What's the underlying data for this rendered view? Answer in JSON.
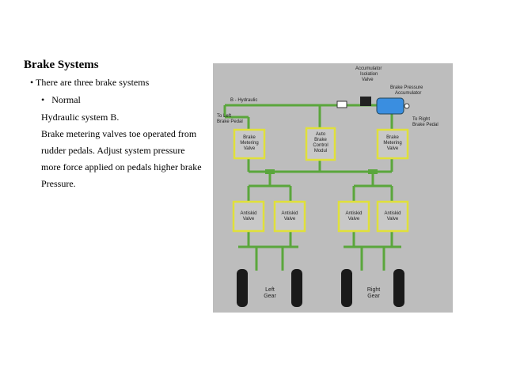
{
  "slide": {
    "title": "Brake Systems",
    "bullet_1": "There are three brake systems",
    "bullet_2": "Normal",
    "lines": [
      "Hydraulic system B.",
      "Brake metering valves toe operated from",
      "rudder pedals. Adjust system pressure",
      "more force applied on pedals higher brake",
      "Pressure."
    ]
  },
  "diagram": {
    "accumulator_isolation_valve": [
      "Accumulator",
      "Isolation",
      "Valve"
    ],
    "brake_pressure_accumulator": [
      "Brake Pressure",
      "Accumulator"
    ],
    "b_hydraulic": "B - Hydraulic",
    "to_left_pedal": [
      "To Left",
      "Brake Pedal"
    ],
    "to_right_pedal": [
      "To Right",
      "Brake Pedal"
    ],
    "brake_metering_valve": [
      "Brake",
      "Metering",
      "Valve"
    ],
    "auto_brake_control_module": [
      "Auto",
      "Brake",
      "Control",
      "Modul"
    ],
    "antiskid_valve": [
      "Antiskid",
      "Valve"
    ],
    "left_gear": [
      "Left",
      "Gear"
    ],
    "right_gear": [
      "Right",
      "Gear"
    ],
    "colors": {
      "background": "#bdbdbd",
      "hydraulic_line": "#5aa63c",
      "valve_border": "#e0e03a",
      "valve_fill": "#c8c8c8",
      "accumulator": "#3a8ee0",
      "tire": "#1a1a1a"
    }
  }
}
